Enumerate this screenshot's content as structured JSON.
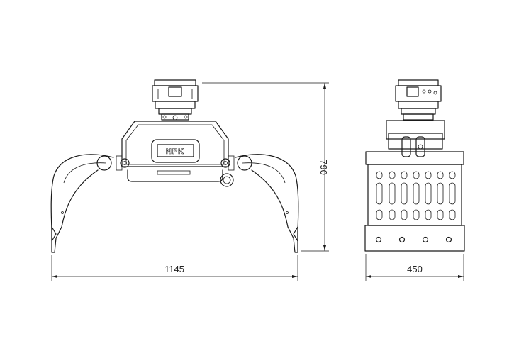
{
  "drawing": {
    "logo_text": "NPK",
    "dimensions": {
      "width_front": "1145",
      "height": "790",
      "width_side": "450"
    }
  }
}
